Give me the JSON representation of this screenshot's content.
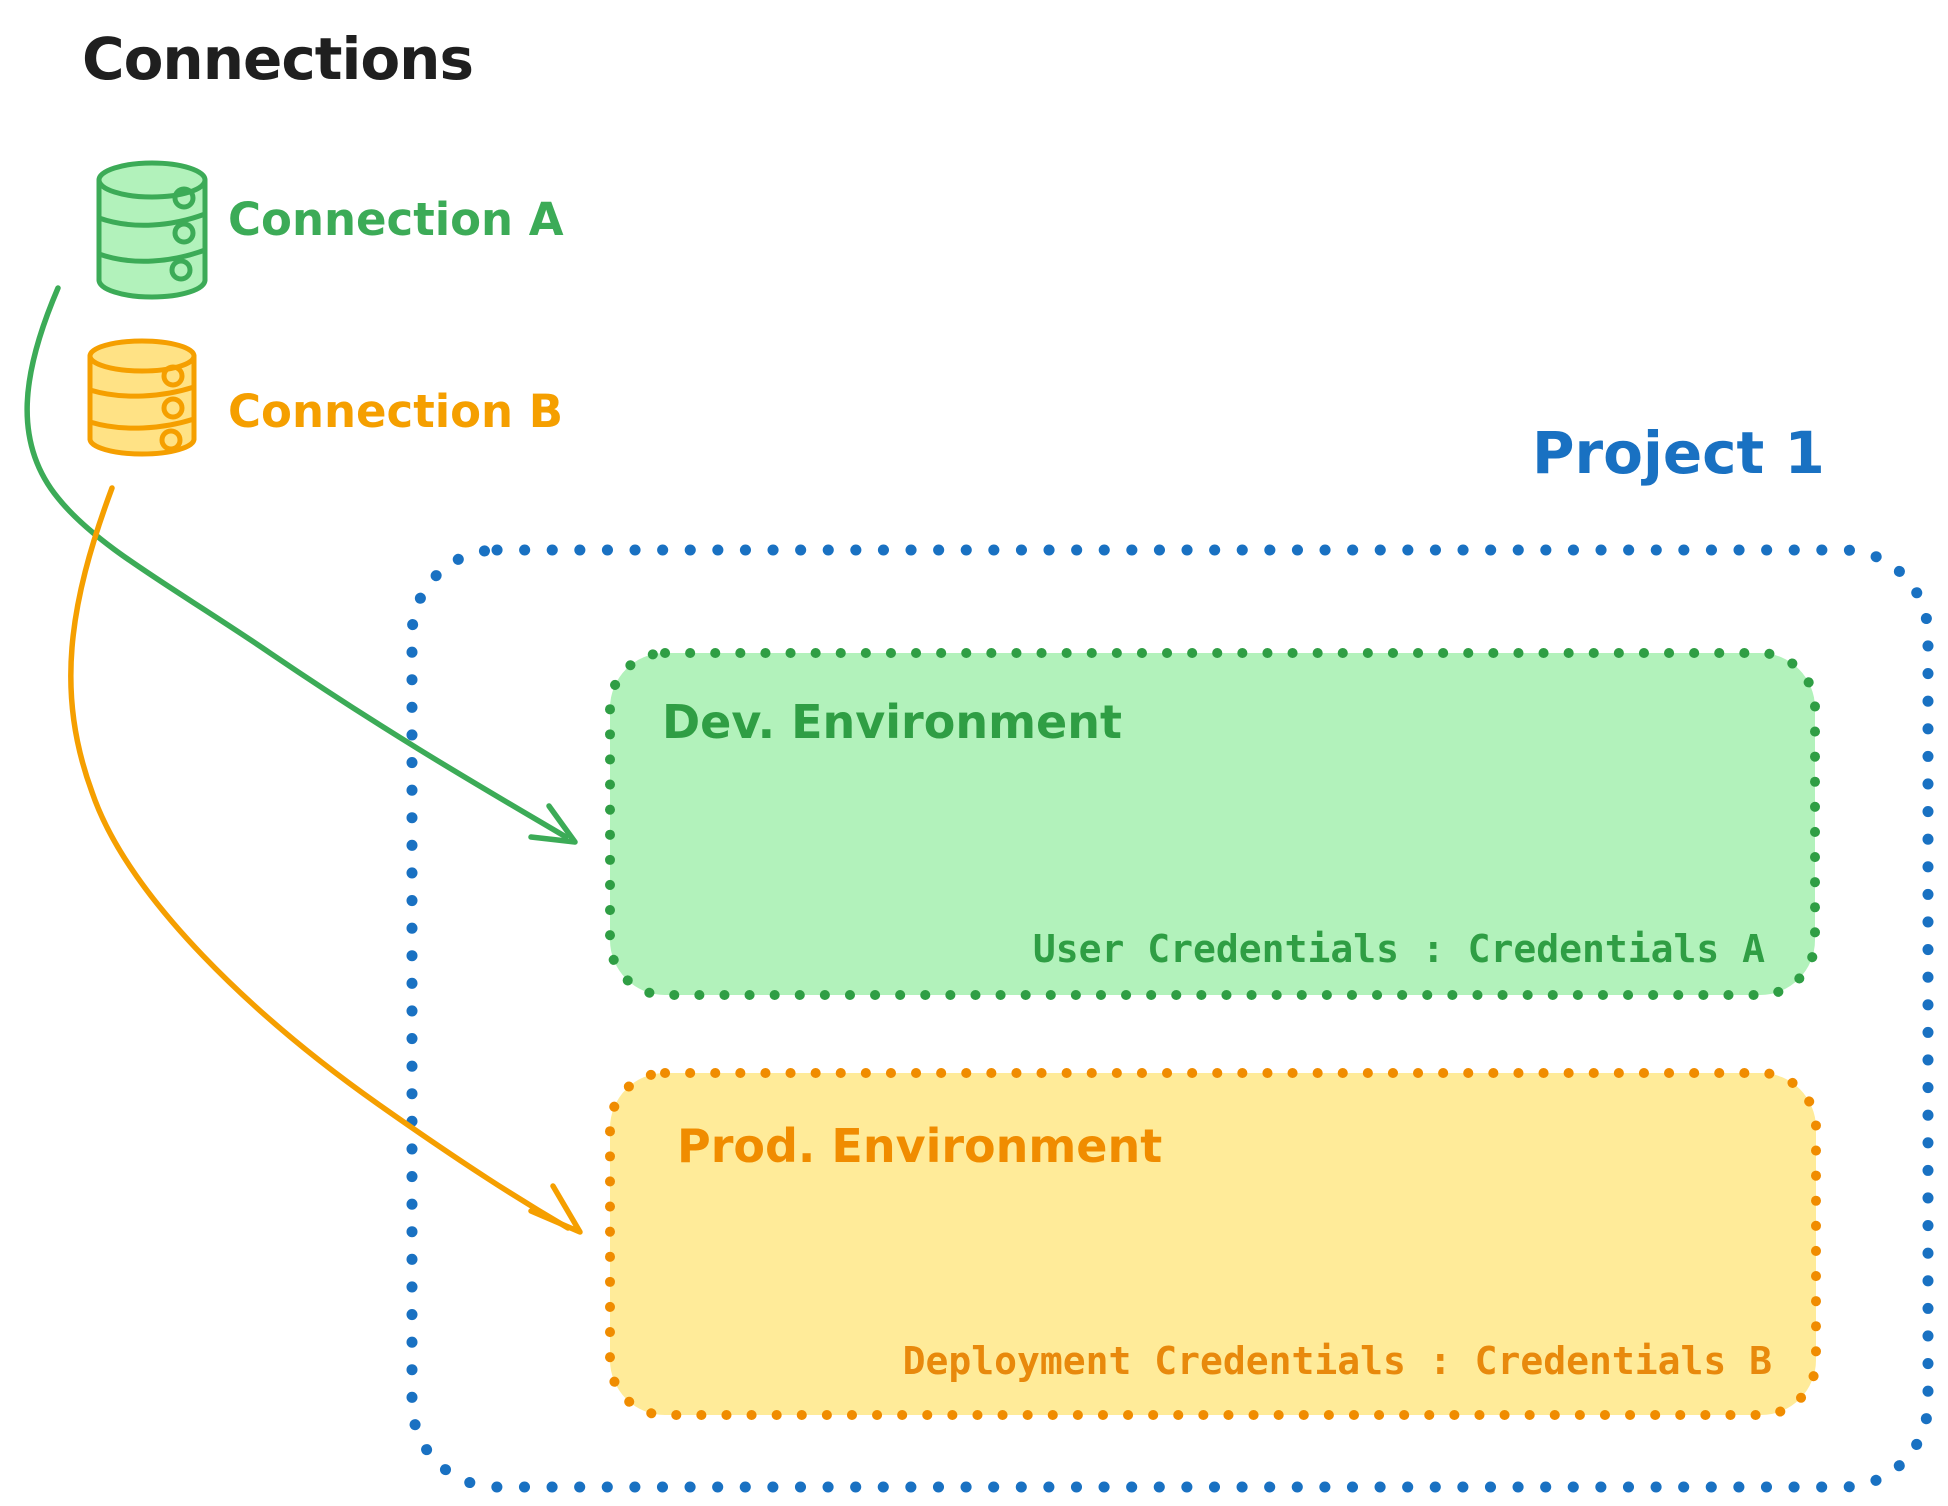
{
  "title": "Connections",
  "palette": {
    "ink": "#1f1f1f",
    "blue": "#1971c2",
    "green_bright": "#3cab57",
    "green_dark": "#2f9e44",
    "green_fill": "#b2f2bb",
    "orange_bright": "#f59f00",
    "orange_dark": "#f08c00",
    "orange_text": "#e8890c",
    "yellow_fill": "#ffeb99",
    "yellow_db_fill": "#ffe285",
    "background": "#ffffff"
  },
  "connections": [
    {
      "label": "Connection A",
      "icon": "database-icon",
      "color": "#3cab57"
    },
    {
      "label": "Connection B",
      "icon": "database-icon",
      "color": "#f59f00"
    }
  ],
  "project": {
    "label": "Project 1",
    "environments": [
      {
        "name": "Dev. Environment",
        "credentials": "User Credentials : Credentials A"
      },
      {
        "name": "Prod. Environment",
        "credentials": "Deployment Credentials : Credentials B"
      }
    ]
  }
}
